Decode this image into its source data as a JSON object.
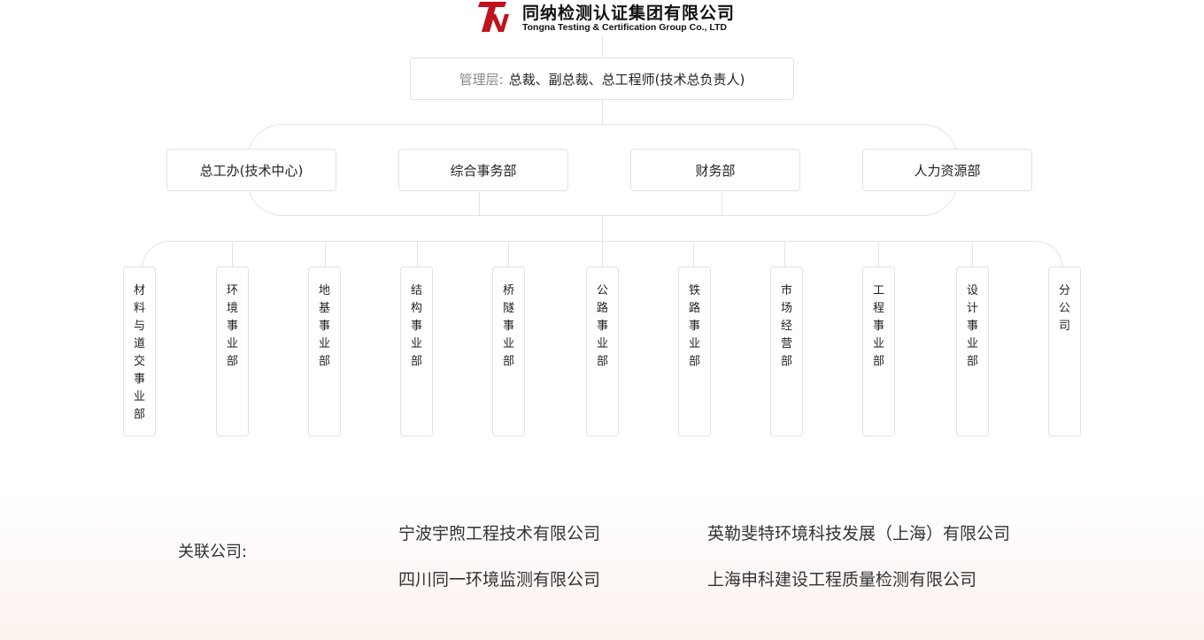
{
  "logo": {
    "company_cn": "同纳检测认证集团有限公司",
    "company_en": "Tongna Testing & Certification Group Co., LTD",
    "brand_color": "#c0141c"
  },
  "management": {
    "label": "管理层:",
    "text": "总裁、副总裁、总工程师(技术总负责人)"
  },
  "departments": [
    "总工办(技术中心)",
    "综合事务部",
    "财务部",
    "人力资源部"
  ],
  "business_units": [
    "材料与道交事业部",
    "环境事业部",
    "地基事业部",
    "结构事业部",
    "桥隧事业部",
    "公路事业部",
    "铁路事业部",
    "市场经营部",
    "工程事业部",
    "设计事业部",
    "分公司"
  ],
  "related": {
    "label": "关联公司:",
    "companies": [
      "宁波宇煦工程技术有限公司",
      "英勒斐特环境科技发展（上海）有限公司",
      "四川同一环境监测有限公司",
      "上海申科建设工程质量检测有限公司"
    ]
  },
  "colors": {
    "line": "#e3e3e3",
    "box_border": "#e2e2e2",
    "label_gray": "#8a8a8a"
  }
}
